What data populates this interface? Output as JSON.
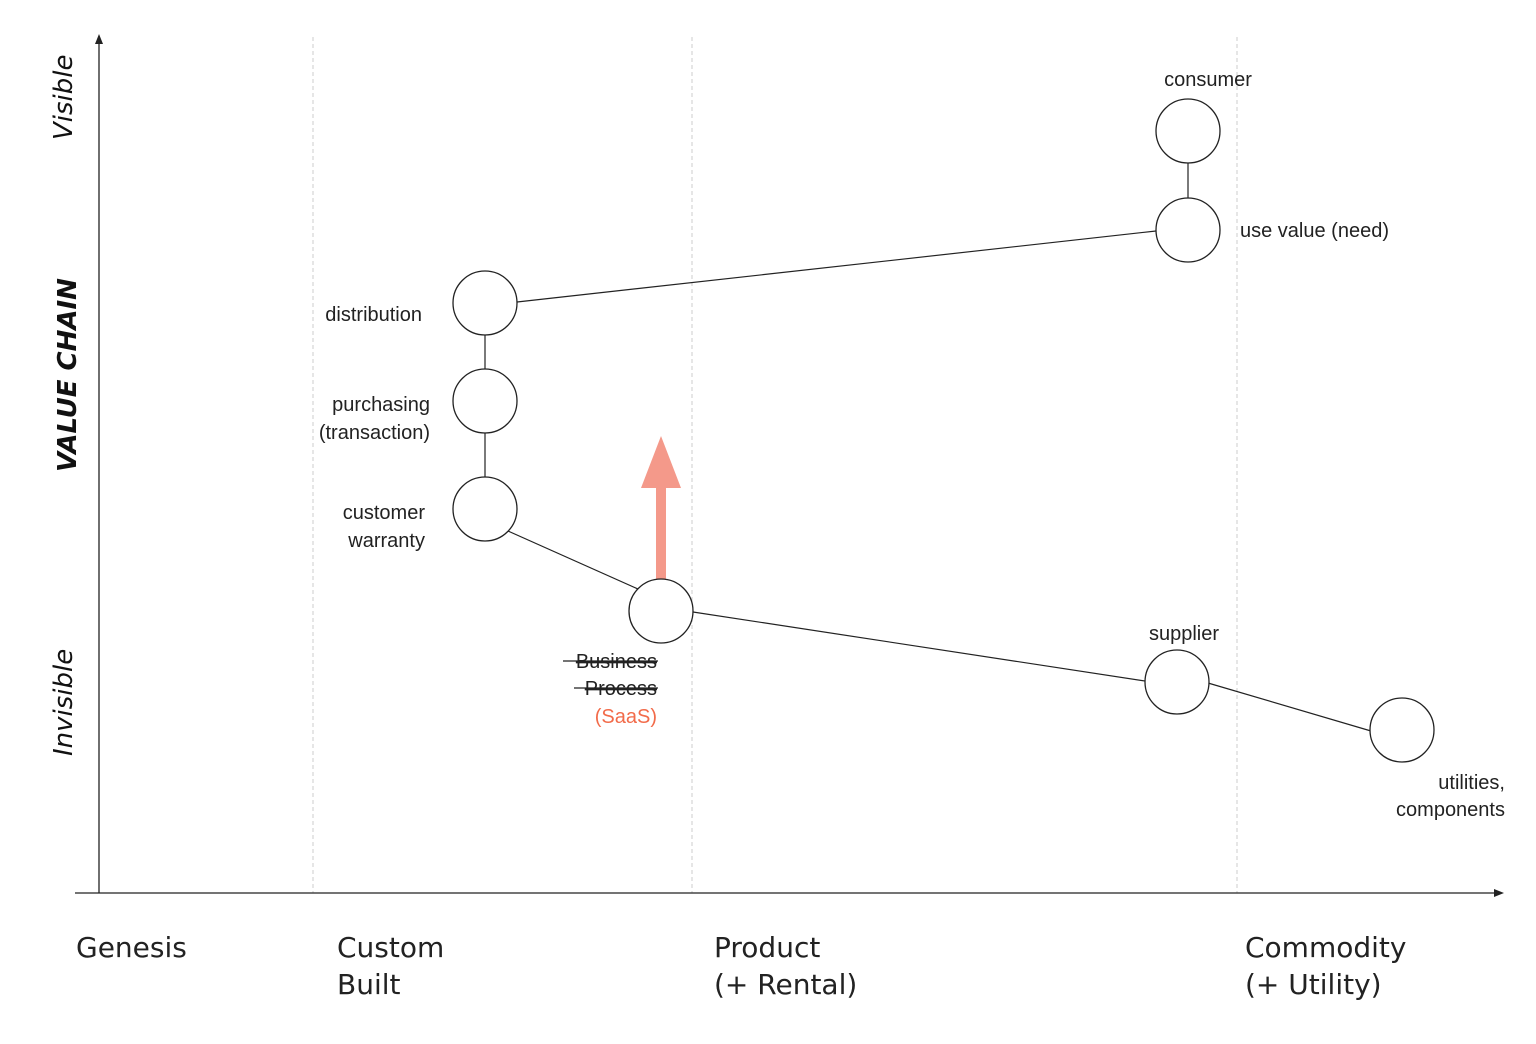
{
  "axes": {
    "y_title": "VALUE CHAIN",
    "y_top": "Visible",
    "y_bottom": "Invisible"
  },
  "stages": [
    {
      "line1": "Genesis",
      "line2": ""
    },
    {
      "line1": "Custom",
      "line2": "Built"
    },
    {
      "line1": "Product",
      "line2": "(+ Rental)"
    },
    {
      "line1": "Commodity",
      "line2": "(+ Utility)"
    }
  ],
  "nodes": {
    "consumer": "consumer",
    "use_value": "use value (need)",
    "distribution": "distribution",
    "purchasing": [
      "purchasing",
      "(transaction)"
    ],
    "warranty": [
      "customer",
      "warranty"
    ],
    "business_process": [
      "Business",
      "Process"
    ],
    "business_process_new": "(SaaS)",
    "supplier": "supplier",
    "utilities": [
      "utilities,",
      "components"
    ]
  },
  "colors": {
    "evolution_arrow": "#f4998a",
    "saas_text": "#f26b4a"
  }
}
